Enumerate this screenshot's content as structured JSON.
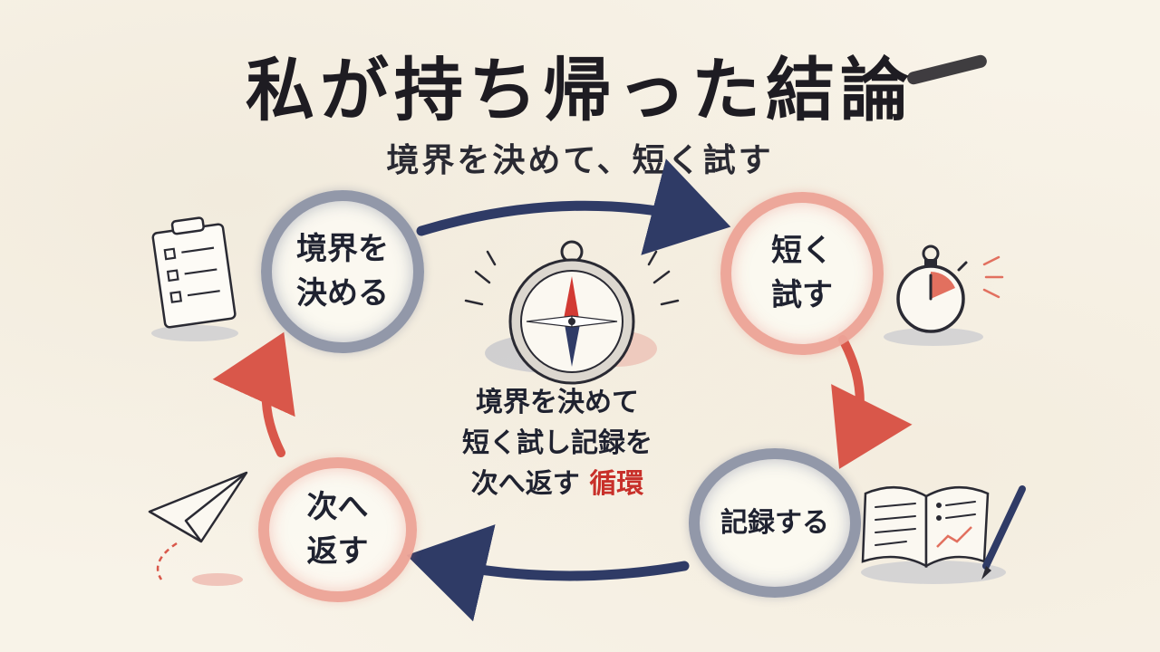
{
  "title": "私が持ち帰った結論",
  "subtitle": "境界を決めて、短く試す",
  "nodes": {
    "decide": "境界を\n決める",
    "try": "短く\n試す",
    "record": "記録する",
    "return": "次へ\n返す"
  },
  "center": {
    "line1": "境界を決めて",
    "line2": "短く試し記録を",
    "line3": "次へ返す",
    "emphasis": "循環"
  },
  "colors": {
    "navy": "#2f3b66",
    "red": "#e2705f",
    "accent": "#c8302a",
    "ink": "#1e1c22",
    "paper": "#f8f3e8"
  },
  "icons": [
    "clipboard-icon",
    "compass-icon",
    "stopwatch-icon",
    "notebook-icon",
    "pen-icon",
    "paper-plane-icon"
  ]
}
